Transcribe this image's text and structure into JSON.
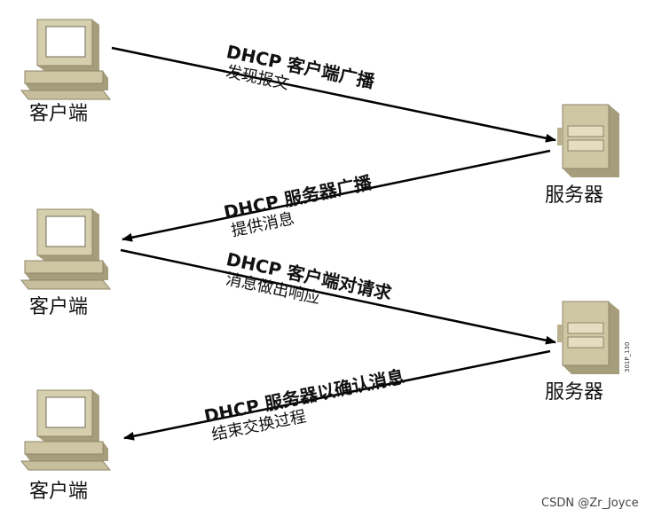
{
  "nodes": {
    "client_label": "客户端",
    "server_label": "服务器"
  },
  "messages": [
    {
      "line1": "DHCP 客户端广播",
      "line2": "发现报文"
    },
    {
      "line1": "DHCP 服务器广播",
      "line2": "提供消息"
    },
    {
      "line1": "DHCP 客户端对请求",
      "line2": "消息做出响应"
    },
    {
      "line1": "DHCP 服务器以确认消息",
      "line2": "结束交换过程"
    }
  ],
  "watermark": "CSDN @Zr_Joyce",
  "figure_code": "301P_130",
  "colors": {
    "device_body": "#cfc7a4",
    "device_shadow": "#a59d7c",
    "screen": "#ffffff",
    "arrow": "#000000"
  }
}
